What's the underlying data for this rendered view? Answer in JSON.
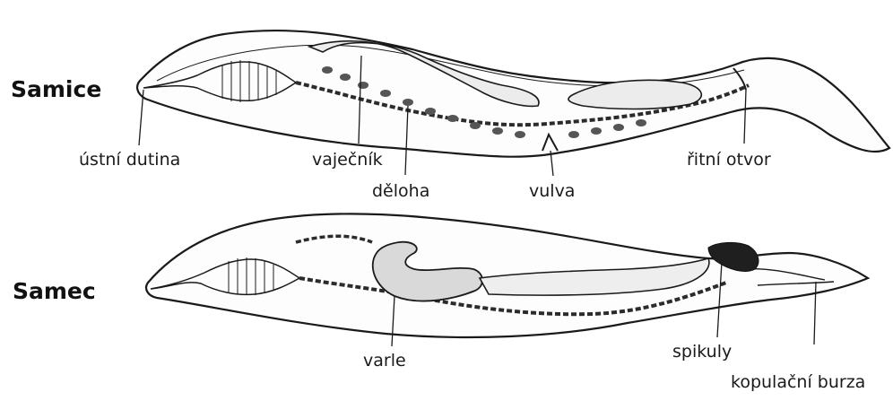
{
  "female": {
    "title": "Samice",
    "labels": {
      "mouth": "ústní dutina",
      "ovary": "vaječník",
      "uterus": "děloha",
      "vulva": "vulva",
      "anus": "řitní otvor"
    }
  },
  "male": {
    "title": "Samec",
    "labels": {
      "testis": "varle",
      "spicules": "spikuly",
      "bursa": "kopulační burza"
    }
  },
  "colors": {
    "outline": "#1a1a1a",
    "organ_dark": "#2b2b2b",
    "organ_light": "#d9d9d9",
    "egg": "#555555"
  }
}
